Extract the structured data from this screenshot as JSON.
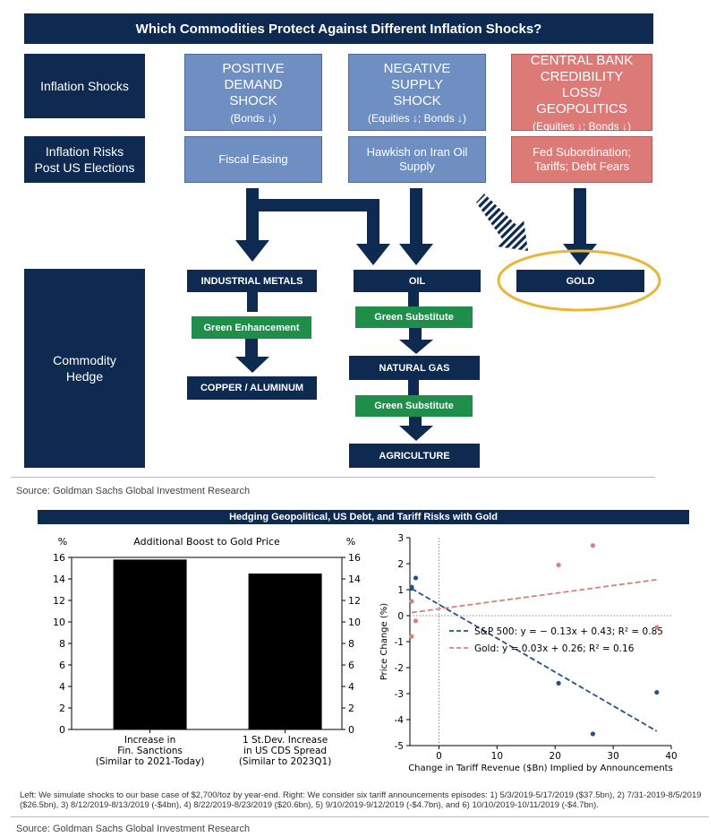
{
  "diagram": {
    "title": "Which Commodities Protect Against Different Inflation Shocks?",
    "row_labels": {
      "inflation_shocks": "Inflation Shocks",
      "inflation_risks": "Inflation Risks Post US Elections",
      "commodity_hedge": "Commodity Hedge"
    },
    "shocks": [
      {
        "head": "POSITIVE DEMAND SHOCK",
        "sub": "(Bonds ↓)"
      },
      {
        "head": "NEGATIVE SUPPLY SHOCK",
        "sub": "(Equities ↓; Bonds ↓)"
      },
      {
        "head": "CENTRAL BANK CREDIBILITY LOSS/ GEOPOLITICS",
        "sub": "(Equities ↓; Bonds ↓)"
      }
    ],
    "risks": [
      "Fiscal Easing",
      "Hawkish on Iran Oil Supply",
      "Fed Subordination; Tariffs; Debt Fears"
    ],
    "hedges": {
      "industrial_metals": "INDUSTRIAL METALS",
      "oil": "OIL",
      "gold": "GOLD",
      "green_enhancement": "Green Enhancement",
      "green_substitute_1": "Green Substitute",
      "natural_gas": "NATURAL GAS",
      "green_substitute_2": "Green Substitute",
      "copper_aluminum": "COPPER / ALUMINUM",
      "agriculture": "AGRICULTURE"
    },
    "source": "Source: Goldman Sachs Global Investment Research"
  },
  "chart_section": {
    "title": "Hedging Geopolitical, US Debt, and Tariff Risks with Gold",
    "note": "Left: We simulate shocks to our base case of $2,700/toz by year-end. Right: We consider six tariff announcements episodes: 1) 5/3/2019-5/17/2019 ($37.5bn), 2) 7/31-2019-8/5/2019 ($26.5bn), 3) 8/12/2019-8/13/2019 (-$4bn), 4) 8/22/2019-8/23/2019 ($20.6bn), 5) 9/10/2019-9/12/2019 (-$4.7bn), and 6) 10/10/2019-10/11/2019 (-$4.7bn).",
    "source": "Source: Goldman Sachs Global Investment Research"
  },
  "chart_data": [
    {
      "type": "bar",
      "title": "Additional Boost to Gold Price",
      "ylabel_left": "%",
      "ylabel_right": "%",
      "categories": [
        [
          "Increase in",
          "Fin. Sanctions",
          "(Similar to 2021-Today)"
        ],
        [
          "1 St.Dev. Increase",
          "in US CDS Spread",
          "(Similar to 2023Q1)"
        ]
      ],
      "values": [
        15.8,
        14.5
      ],
      "ylim": [
        0,
        16
      ],
      "yticks": [
        0,
        2,
        4,
        6,
        8,
        10,
        12,
        14,
        16
      ],
      "color": "#000000"
    },
    {
      "type": "scatter",
      "xlabel": "Change in Tariff Revenue ($Bn) Implied by Announcements",
      "ylabel": "Price Change (%)",
      "xlim": [
        -5,
        40
      ],
      "ylim": [
        -5,
        3
      ],
      "xticks": [
        0,
        10,
        20,
        30,
        40
      ],
      "yticks": [
        -5,
        -4,
        -3,
        -2,
        -1,
        0,
        1,
        2,
        3
      ],
      "series": [
        {
          "name": "S&P 500",
          "color": "#2c4f86",
          "points": [
            [
              -4.7,
              1.05
            ],
            [
              -4.7,
              1.1
            ],
            [
              -4.0,
              1.45
            ],
            [
              20.6,
              -2.6
            ],
            [
              26.5,
              -4.55
            ],
            [
              37.5,
              -2.95
            ]
          ],
          "fit": {
            "slope": -0.13,
            "intercept": 0.43
          },
          "legend": "S&P 500: y = − 0.13x + 0.43; R² = 0.85"
        },
        {
          "name": "Gold",
          "color": "#d9807a",
          "points": [
            [
              -4.7,
              -0.8
            ],
            [
              -4.7,
              0.55
            ],
            [
              -4.0,
              -0.2
            ],
            [
              20.6,
              1.95
            ],
            [
              26.5,
              2.7
            ],
            [
              37.5,
              -0.45
            ]
          ],
          "fit": {
            "slope": 0.03,
            "intercept": 0.26
          },
          "legend": "Gold: y = 0.03x + 0.26; R² = 0.16"
        }
      ]
    }
  ]
}
